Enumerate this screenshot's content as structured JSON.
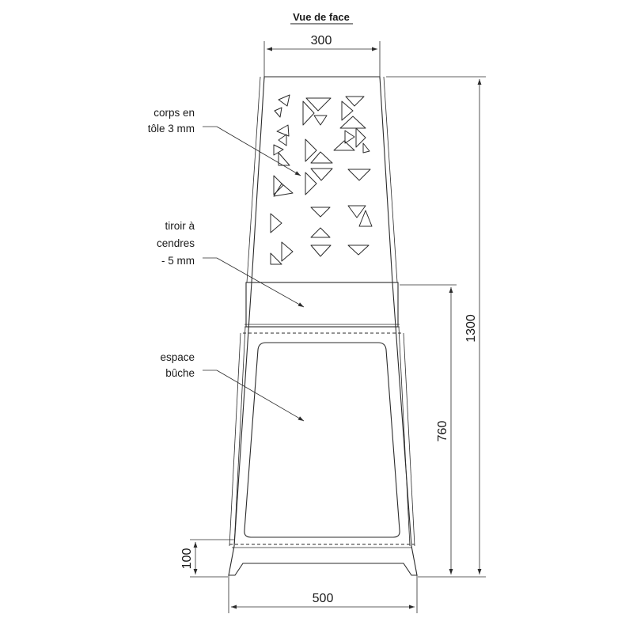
{
  "title": "Vue de face",
  "dimensions": {
    "top_width": "300",
    "bottom_width": "500",
    "total_height": "1300",
    "lower_height": "760",
    "base_height": "100"
  },
  "labels": {
    "body": [
      "corps en",
      "tôle 3 mm"
    ],
    "drawer": [
      "tiroir à",
      "cendres",
      "- 5 mm"
    ],
    "log_space": [
      "espace",
      "bûche"
    ]
  },
  "colors": {
    "line": "#2b2b2b",
    "background": "#ffffff"
  }
}
